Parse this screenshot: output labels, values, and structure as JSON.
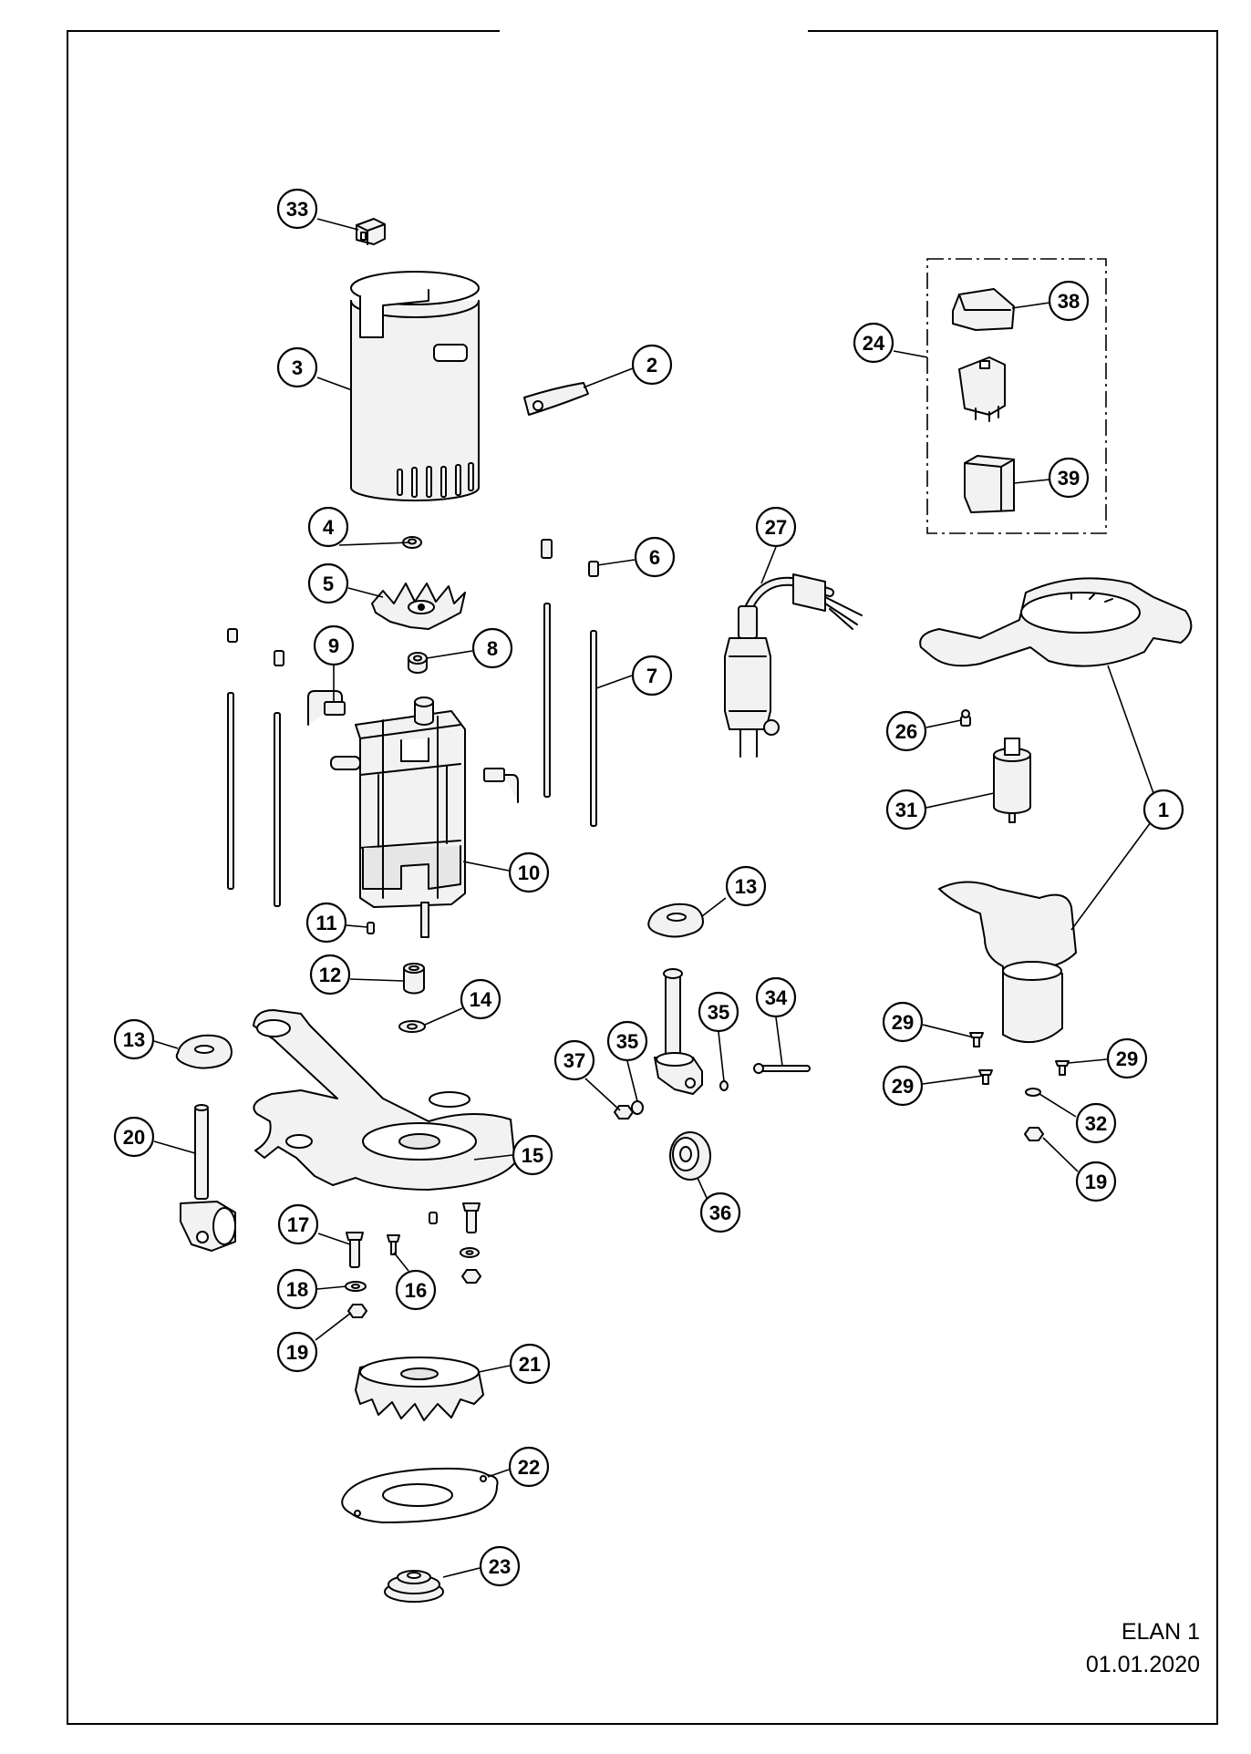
{
  "footer": {
    "model": "ELAN 1",
    "date": "01.01.2020"
  },
  "callouts": [
    {
      "id": "c33",
      "label": "33"
    },
    {
      "id": "c3",
      "label": "3"
    },
    {
      "id": "c2",
      "label": "2"
    },
    {
      "id": "c38",
      "label": "38"
    },
    {
      "id": "c24",
      "label": "24"
    },
    {
      "id": "c39",
      "label": "39"
    },
    {
      "id": "c4",
      "label": "4"
    },
    {
      "id": "c27",
      "label": "27"
    },
    {
      "id": "c6",
      "label": "6"
    },
    {
      "id": "c5",
      "label": "5"
    },
    {
      "id": "c9",
      "label": "9"
    },
    {
      "id": "c8",
      "label": "8"
    },
    {
      "id": "c7",
      "label": "7"
    },
    {
      "id": "c26",
      "label": "26"
    },
    {
      "id": "c31",
      "label": "31"
    },
    {
      "id": "c1",
      "label": "1"
    },
    {
      "id": "c10",
      "label": "10"
    },
    {
      "id": "c13a",
      "label": "13"
    },
    {
      "id": "c11",
      "label": "11"
    },
    {
      "id": "c12",
      "label": "12"
    },
    {
      "id": "c14",
      "label": "14"
    },
    {
      "id": "c34",
      "label": "34"
    },
    {
      "id": "c35a",
      "label": "35"
    },
    {
      "id": "c35b",
      "label": "35"
    },
    {
      "id": "c37",
      "label": "37"
    },
    {
      "id": "c29a",
      "label": "29"
    },
    {
      "id": "c29b",
      "label": "29"
    },
    {
      "id": "c29c",
      "label": "29"
    },
    {
      "id": "c32",
      "label": "32"
    },
    {
      "id": "c13b",
      "label": "13"
    },
    {
      "id": "c20",
      "label": "20"
    },
    {
      "id": "c15",
      "label": "15"
    },
    {
      "id": "c36",
      "label": "36"
    },
    {
      "id": "c19a",
      "label": "19"
    },
    {
      "id": "c17",
      "label": "17"
    },
    {
      "id": "c16",
      "label": "16"
    },
    {
      "id": "c18",
      "label": "18"
    },
    {
      "id": "c19b",
      "label": "19"
    },
    {
      "id": "c21",
      "label": "21"
    },
    {
      "id": "c22",
      "label": "22"
    },
    {
      "id": "c23",
      "label": "23"
    }
  ]
}
